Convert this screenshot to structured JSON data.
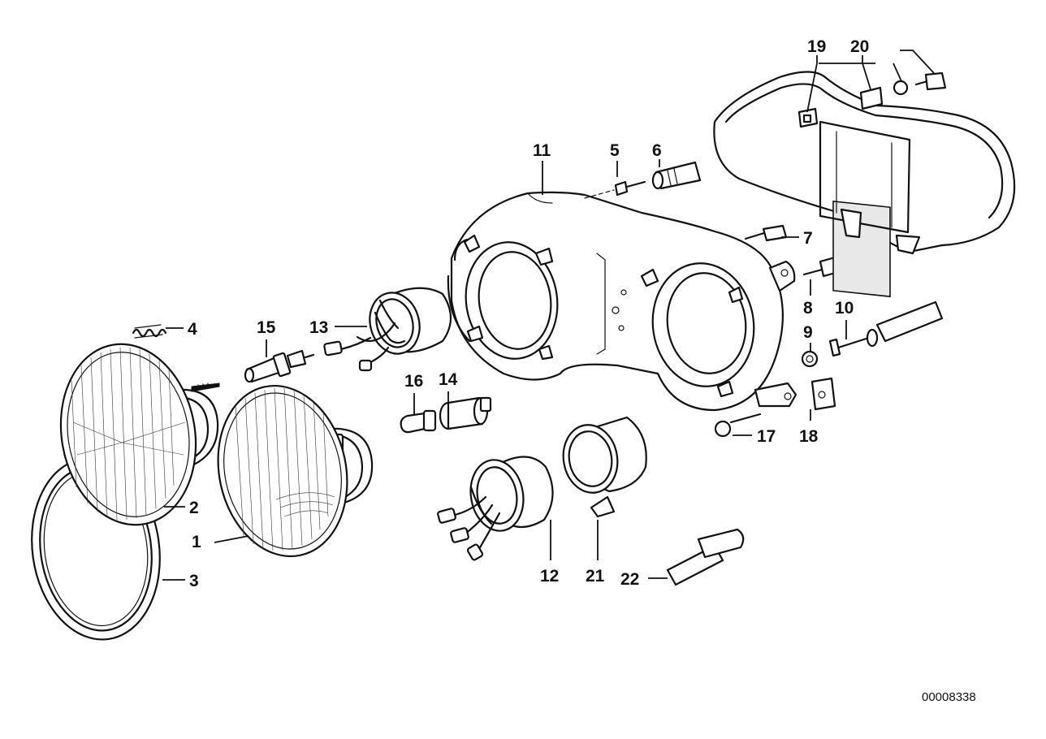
{
  "diagram": {
    "reference_number": "00008338",
    "callouts": [
      {
        "id": "1",
        "label": "1"
      },
      {
        "id": "2",
        "label": "2"
      },
      {
        "id": "3",
        "label": "3"
      },
      {
        "id": "4",
        "label": "4"
      },
      {
        "id": "5",
        "label": "5"
      },
      {
        "id": "6",
        "label": "6"
      },
      {
        "id": "7",
        "label": "7"
      },
      {
        "id": "8",
        "label": "8"
      },
      {
        "id": "9",
        "label": "9"
      },
      {
        "id": "10",
        "label": "10"
      },
      {
        "id": "11",
        "label": "11"
      },
      {
        "id": "12",
        "label": "12"
      },
      {
        "id": "13",
        "label": "13"
      },
      {
        "id": "14",
        "label": "14"
      },
      {
        "id": "15",
        "label": "15"
      },
      {
        "id": "16",
        "label": "16"
      },
      {
        "id": "17",
        "label": "17"
      },
      {
        "id": "18",
        "label": "18"
      },
      {
        "id": "19",
        "label": "19"
      },
      {
        "id": "20",
        "label": "20"
      },
      {
        "id": "21",
        "label": "21"
      },
      {
        "id": "22",
        "label": "22"
      }
    ]
  }
}
